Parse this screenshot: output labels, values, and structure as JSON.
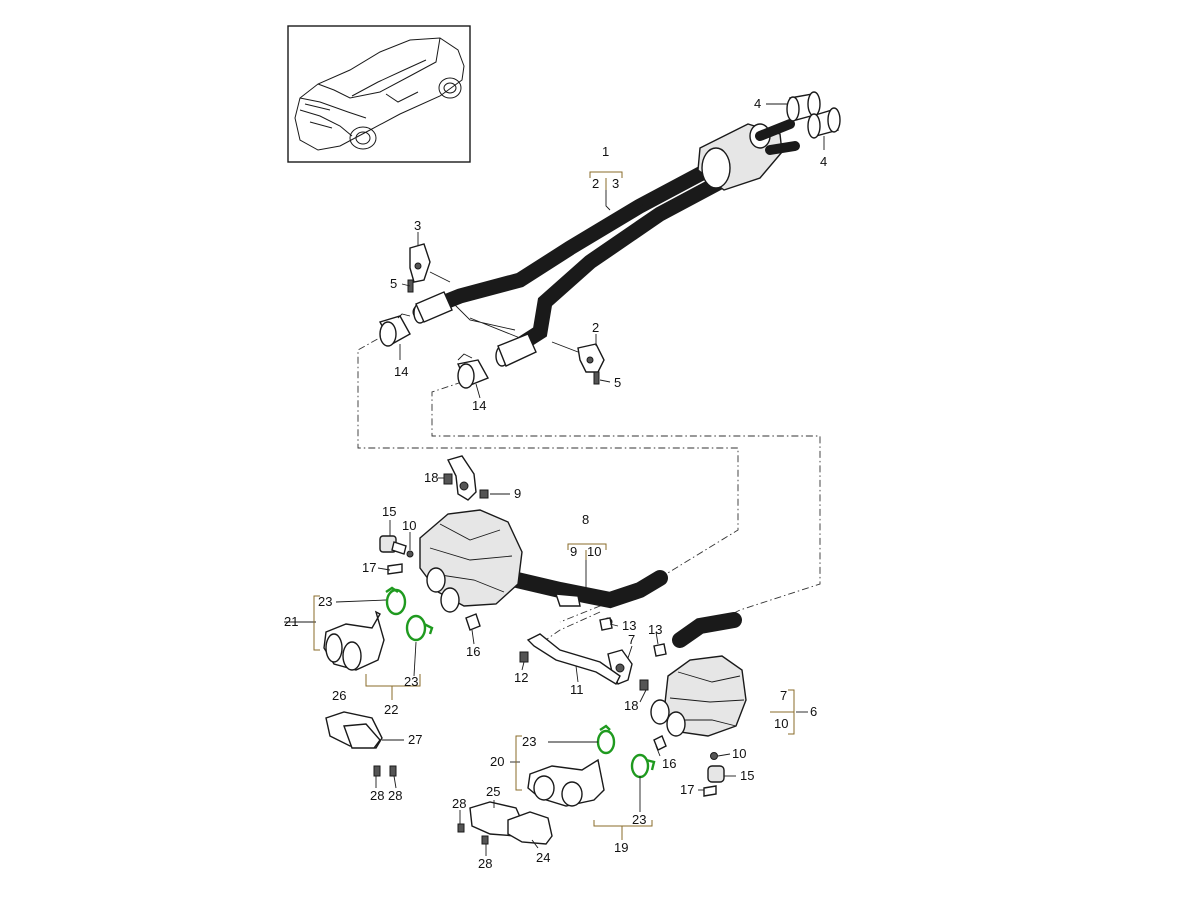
{
  "colors": {
    "line": "#1a1a1a",
    "highlight_clamp": "#1f9a1f",
    "bracket": "#8a6b2a",
    "background": "#ffffff"
  },
  "callouts": [
    {
      "id": "c1",
      "text": "1"
    },
    {
      "id": "c2a",
      "text": "2"
    },
    {
      "id": "c3a",
      "text": "3"
    },
    {
      "id": "c4a",
      "text": "4"
    },
    {
      "id": "c4b",
      "text": "4"
    },
    {
      "id": "c3b",
      "text": "3"
    },
    {
      "id": "c5a",
      "text": "5"
    },
    {
      "id": "c2b",
      "text": "2"
    },
    {
      "id": "c5b",
      "text": "5"
    },
    {
      "id": "c14a",
      "text": "14"
    },
    {
      "id": "c14b",
      "text": "14"
    },
    {
      "id": "c18a",
      "text": "18"
    },
    {
      "id": "c9a",
      "text": "9"
    },
    {
      "id": "c8",
      "text": "8"
    },
    {
      "id": "c9b",
      "text": "9"
    },
    {
      "id": "c10a",
      "text": "10"
    },
    {
      "id": "c15a",
      "text": "15"
    },
    {
      "id": "c10b",
      "text": "10"
    },
    {
      "id": "c17a",
      "text": "17"
    },
    {
      "id": "c23a",
      "text": "23"
    },
    {
      "id": "c21",
      "text": "21"
    },
    {
      "id": "c16a",
      "text": "16"
    },
    {
      "id": "c23b",
      "text": "23"
    },
    {
      "id": "c22",
      "text": "22"
    },
    {
      "id": "c13a",
      "text": "13"
    },
    {
      "id": "c13b",
      "text": "13"
    },
    {
      "id": "c7a",
      "text": "7"
    },
    {
      "id": "c12",
      "text": "12"
    },
    {
      "id": "c11",
      "text": "11"
    },
    {
      "id": "c18b",
      "text": "18"
    },
    {
      "id": "c7b",
      "text": "7"
    },
    {
      "id": "c10c",
      "text": "10"
    },
    {
      "id": "c6",
      "text": "6"
    },
    {
      "id": "c26",
      "text": "26"
    },
    {
      "id": "c27",
      "text": "27"
    },
    {
      "id": "c28a",
      "text": "28"
    },
    {
      "id": "c28b",
      "text": "28"
    },
    {
      "id": "c23c",
      "text": "23"
    },
    {
      "id": "c20",
      "text": "20"
    },
    {
      "id": "c16b",
      "text": "16"
    },
    {
      "id": "c10d",
      "text": "10"
    },
    {
      "id": "c15b",
      "text": "15"
    },
    {
      "id": "c17b",
      "text": "17"
    },
    {
      "id": "c23d",
      "text": "23"
    },
    {
      "id": "c19",
      "text": "19"
    },
    {
      "id": "c25",
      "text": "25"
    },
    {
      "id": "c28c",
      "text": "28"
    },
    {
      "id": "c24",
      "text": "24"
    },
    {
      "id": "c28d",
      "text": "28"
    }
  ]
}
